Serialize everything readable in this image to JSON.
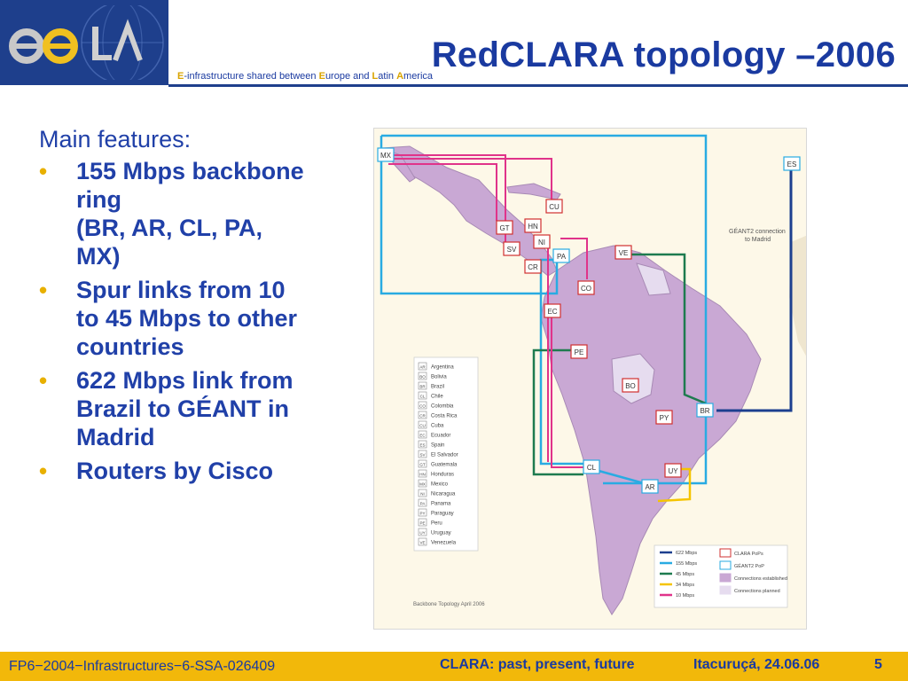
{
  "header": {
    "title": "RedCLARA topology –2006",
    "subtitle_parts": [
      "E",
      "-infrastructure shared between ",
      "E",
      "urope and ",
      "L",
      "atin ",
      "A",
      "merica"
    ]
  },
  "features": {
    "heading": "Main features:",
    "items": [
      {
        "lines": [
          "155 Mbps backbone",
          "ring",
          "(BR, AR, CL, PA,",
          "MX)"
        ]
      },
      {
        "lines": [
          "Spur links from 10",
          "to 45 Mbps to other",
          "countries"
        ]
      },
      {
        "lines": [
          "622 Mbps link from",
          "Brazil to GÉANT in",
          "Madrid"
        ]
      },
      {
        "lines": [
          "Routers by Cisco"
        ]
      }
    ]
  },
  "map": {
    "geant_note_1": "GÉANT2 connection",
    "geant_note_2": "to Madrid",
    "nodes": [
      {
        "code": "MX",
        "type": "geant"
      },
      {
        "code": "CU",
        "type": "clara"
      },
      {
        "code": "GT",
        "type": "clara"
      },
      {
        "code": "HN",
        "type": "clara"
      },
      {
        "code": "SV",
        "type": "clara"
      },
      {
        "code": "NI",
        "type": "clara"
      },
      {
        "code": "CR",
        "type": "clara"
      },
      {
        "code": "PA",
        "type": "geant"
      },
      {
        "code": "VE",
        "type": "clara"
      },
      {
        "code": "CO",
        "type": "clara"
      },
      {
        "code": "EC",
        "type": "clara"
      },
      {
        "code": "PE",
        "type": "clara"
      },
      {
        "code": "BO",
        "type": "clara"
      },
      {
        "code": "PY",
        "type": "clara"
      },
      {
        "code": "BR",
        "type": "geant"
      },
      {
        "code": "CL",
        "type": "geant"
      },
      {
        "code": "UY",
        "type": "clara"
      },
      {
        "code": "AR",
        "type": "geant"
      },
      {
        "code": "ES",
        "type": "geant"
      }
    ],
    "country_legend": [
      {
        "code": "AR",
        "name": "Argentina"
      },
      {
        "code": "BO",
        "name": "Bolivia"
      },
      {
        "code": "BR",
        "name": "Brazil"
      },
      {
        "code": "CL",
        "name": "Chile"
      },
      {
        "code": "CO",
        "name": "Colombia"
      },
      {
        "code": "CR",
        "name": "Costa Rica"
      },
      {
        "code": "CU",
        "name": "Cuba"
      },
      {
        "code": "EC",
        "name": "Ecuador"
      },
      {
        "code": "ES",
        "name": "Spain"
      },
      {
        "code": "SV",
        "name": "El Salvador"
      },
      {
        "code": "GT",
        "name": "Guatemala"
      },
      {
        "code": "HN",
        "name": "Honduras"
      },
      {
        "code": "MX",
        "name": "Mexico"
      },
      {
        "code": "NI",
        "name": "Nicaragua"
      },
      {
        "code": "PA",
        "name": "Panama"
      },
      {
        "code": "PY",
        "name": "Paraguay"
      },
      {
        "code": "PE",
        "name": "Peru"
      },
      {
        "code": "UY",
        "name": "Uruguay"
      },
      {
        "code": "VE",
        "name": "Venezuela"
      }
    ],
    "link_legend": [
      {
        "label": "622 Mbps",
        "color": "#1c3f8f"
      },
      {
        "label": "155 Mbps",
        "color": "#29abe2"
      },
      {
        "label": "45 Mbps",
        "color": "#1e7b4f"
      },
      {
        "label": "34 Mbps",
        "color": "#f5c400"
      },
      {
        "label": "10 Mbps",
        "color": "#e0338a"
      }
    ],
    "pop_legend": [
      {
        "label": "CLARA PoPs",
        "kind": "clara"
      },
      {
        "label": "GÉANT2 PoP",
        "kind": "geant"
      },
      {
        "label": "Connections established",
        "kind": "established"
      },
      {
        "label": "Connections planned",
        "kind": "planned"
      }
    ],
    "caption": "Backbone Topology April 2006",
    "colors": {
      "clara_pop": "#d03030",
      "geant_pop": "#29abe2",
      "land": "#c9a8d4",
      "land_planned": "#e6dcef",
      "background": "#fdf8e8"
    }
  },
  "footer": {
    "left": "FP6−2004−Infrastructures−6-SSA-026409",
    "mid": "CLARA: past, present, future",
    "date": "Itacuruçá, 24.06.06",
    "page": "5"
  }
}
